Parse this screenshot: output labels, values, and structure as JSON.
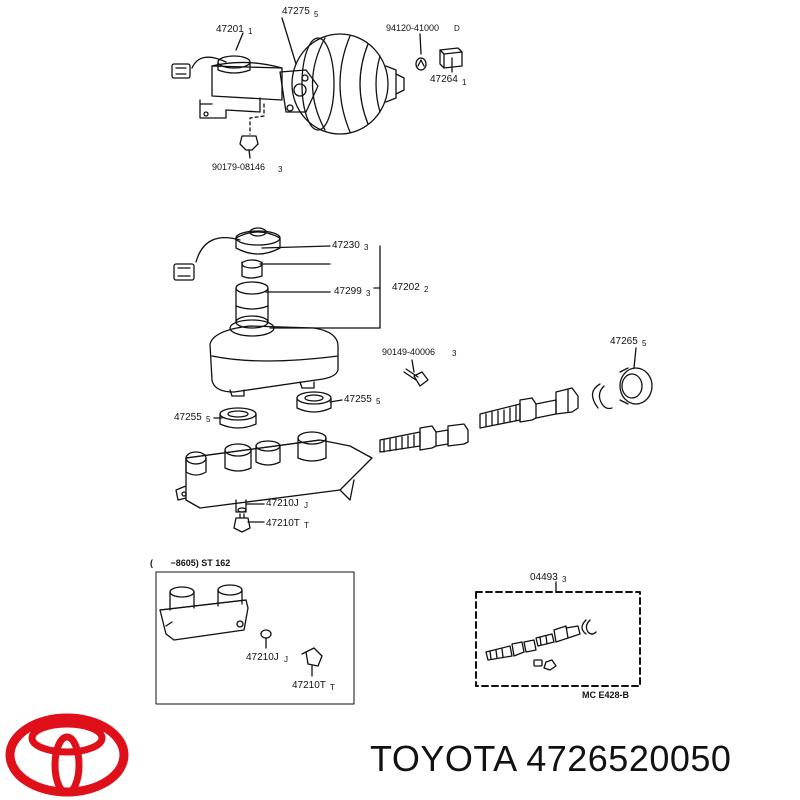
{
  "labels": {
    "p47201": "47201",
    "p47201_sub": "1",
    "p47275": "47275",
    "p47275_sub": "5",
    "p94120": "94120-41000",
    "p94120_sub": "D",
    "p47264": "47264",
    "p47264_sub": "1",
    "p90179": "90179-08146",
    "p90179_sub": "3",
    "p47230": "47230",
    "p47230_sub": "3",
    "p47299": "47299",
    "p47299_sub": "3",
    "p47202": "47202",
    "p47202_sub": "2",
    "p90149": "90149-40006",
    "p90149_sub": "3",
    "p47265": "47265",
    "p47265_sub": "5",
    "p47255a": "47255",
    "p47255a_sub": "5",
    "p47255b": "47255",
    "p47255b_sub": "5",
    "p47210j": "47210J",
    "p47210j_sub": "J",
    "p47210t": "47210T",
    "p47210t_sub": "T",
    "variant_header": "(       −8605) ST 162",
    "p47210j_b": "47210J",
    "p47210j_b_sub": "J",
    "p47210t_b": "47210T",
    "p47210t_b_sub": "T",
    "p04493": "04493",
    "p04493_sub": "3",
    "mc_code": "MC E428-B"
  },
  "brand": {
    "name": "TOYOTA",
    "part_number": "4726520050",
    "logo_color": "#e0101a"
  }
}
